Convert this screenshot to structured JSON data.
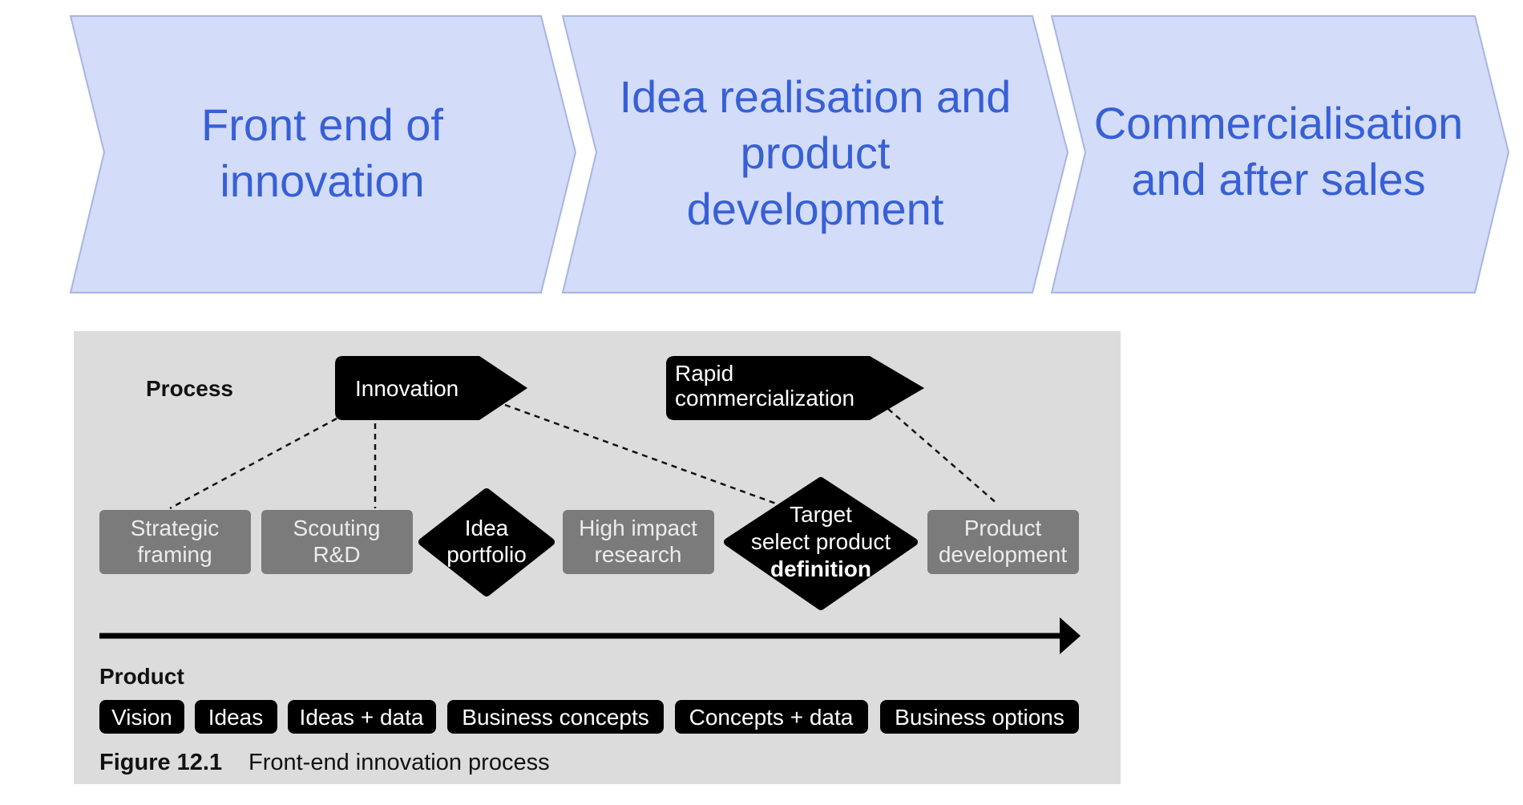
{
  "top_chevrons": [
    {
      "lines": [
        "Front end of",
        "innovation"
      ]
    },
    {
      "lines": [
        "Idea realisation and",
        "product",
        "development"
      ]
    },
    {
      "lines": [
        "Commercialisation",
        "and after sales"
      ]
    }
  ],
  "figure": {
    "process_label": "Process",
    "innovation_label": "Innovation",
    "rapid_lines": [
      "Rapid",
      "commercialization"
    ],
    "stages": {
      "strategic_framing": [
        "Strategic",
        "framing"
      ],
      "scouting": [
        "Scouting",
        "R&D"
      ],
      "idea_portfolio": [
        "Idea",
        "portfolio"
      ],
      "high_impact": [
        "High impact",
        "research"
      ],
      "target": [
        "Target",
        "select product",
        "definition"
      ],
      "product_development": [
        "Product",
        "development"
      ]
    },
    "product_label": "Product",
    "product_items": [
      "Vision",
      "Ideas",
      "Ideas + data",
      "Business concepts",
      "Concepts + data",
      "Business options"
    ],
    "caption_number": "Figure 12.1",
    "caption_text": "Front-end innovation process"
  },
  "colors": {
    "chevron_fill": "#d3dcf8",
    "chevron_stroke": "#a6b5e2",
    "chevron_text": "#3760d6",
    "figure_bg": "#dcdcdc",
    "grey_box": "#7b7b7b",
    "black": "#000000"
  }
}
